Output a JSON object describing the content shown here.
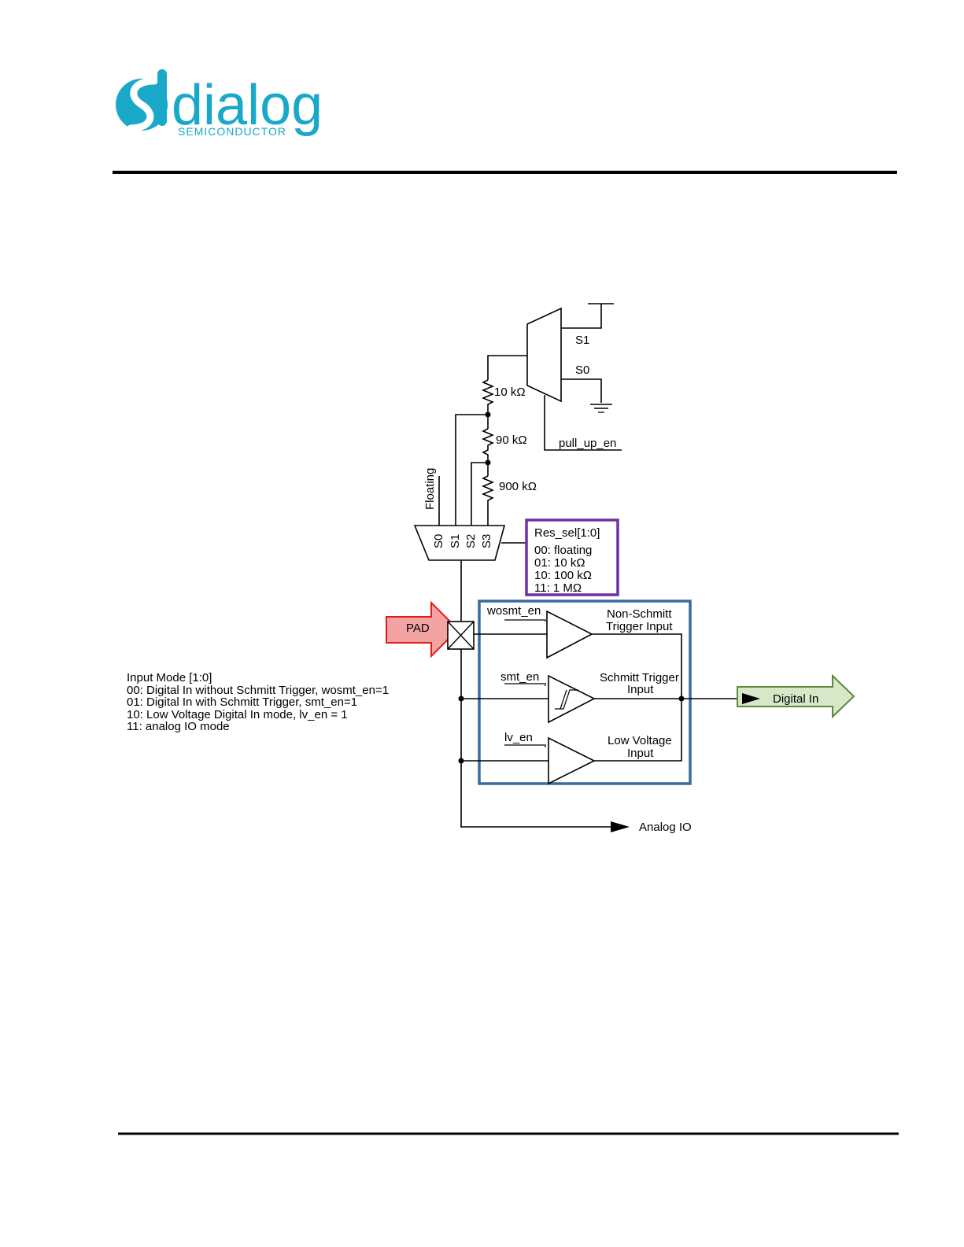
{
  "logo": {
    "brand": "dialog",
    "tagline": "SEMICONDUCTOR",
    "color": "#1aa8c9"
  },
  "diagram": {
    "top_mux": {
      "s1": "S1",
      "s0": "S0",
      "enable": "pull_up_en"
    },
    "resistors": {
      "r1": "10 kΩ",
      "r2": "90 kΩ",
      "r3": "900 kΩ"
    },
    "res_mux": {
      "floating": "Floating",
      "inputs": [
        "S0",
        "S1",
        "S2",
        "S3"
      ]
    },
    "res_sel": {
      "title": "Res_sel[1:0]",
      "lines": [
        "00: floating",
        "01: 10 kΩ",
        "10: 100 kΩ",
        "11: 1 MΩ"
      ],
      "border_color": "#7030a0"
    },
    "pad": {
      "label": "PAD",
      "fill": "#f4a3a3",
      "stroke": "#e31b1b"
    },
    "input_block": {
      "border_color": "#3a6a9a",
      "buffers": [
        {
          "enable": "wosmt_en",
          "name_line1": "Non-Schmitt",
          "name_line2": "Trigger Input"
        },
        {
          "enable": "smt_en",
          "name_line1": "Schmitt Trigger",
          "name_line2": "Input"
        },
        {
          "enable": "lv_en",
          "name_line1": "Low Voltage",
          "name_line2": "Input"
        }
      ]
    },
    "digital_in": {
      "label": "Digital In",
      "fill": "#d6e8c8",
      "stroke": "#5a8a3a"
    },
    "analog_io": {
      "label": "Analog IO"
    },
    "input_mode": {
      "title": "Input Mode [1:0]",
      "lines": [
        "00: Digital In without Schmitt Trigger, wosmt_en=1",
        "01: Digital In with Schmitt Trigger, smt_en=1",
        "10: Low Voltage Digital In mode, lv_en = 1",
        "11: analog IO mode"
      ]
    }
  }
}
